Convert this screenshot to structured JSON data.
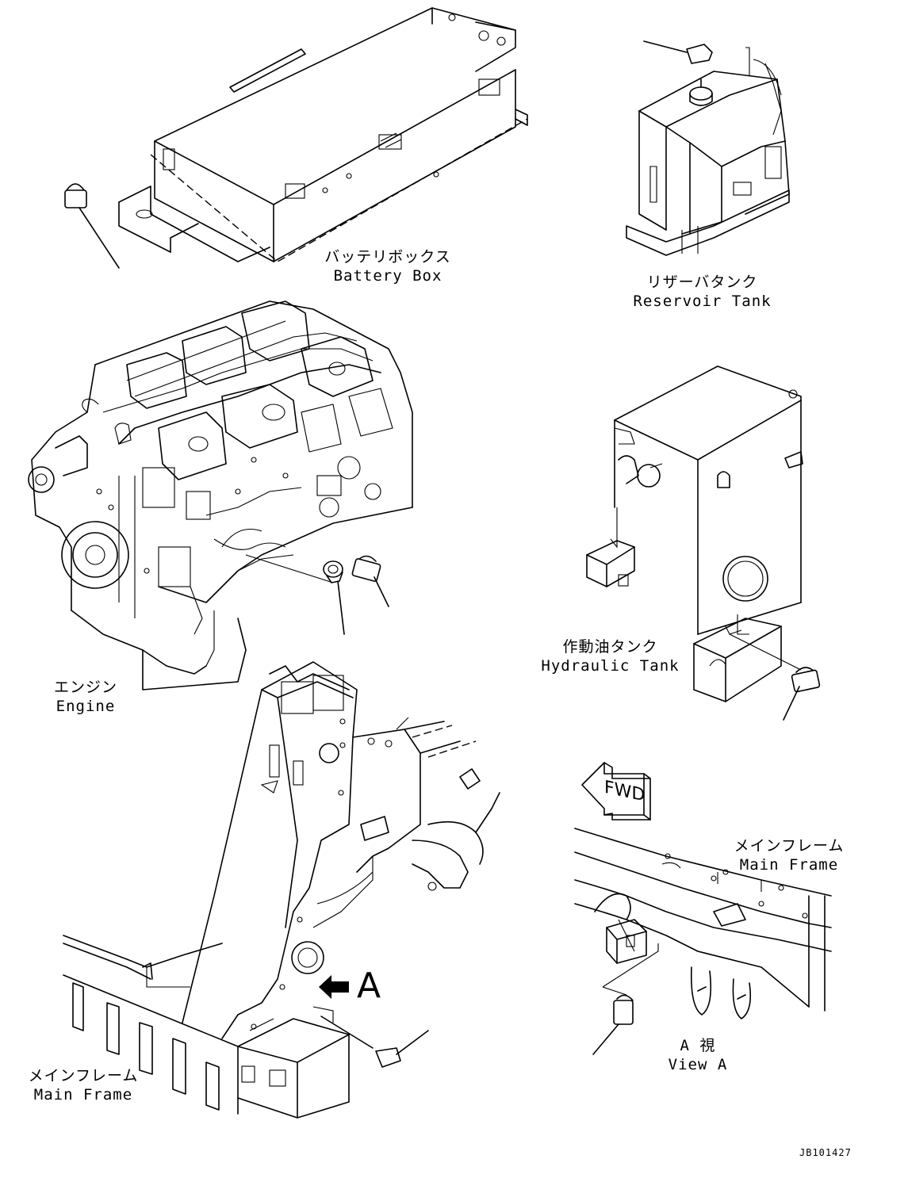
{
  "labels": {
    "battery_box_jp": "バッテリボックス",
    "battery_box_en": "Battery Box",
    "reservoir_tank_jp": "リザーバタンク",
    "reservoir_tank_en": "Reservoir Tank",
    "engine_jp": "エンジン",
    "engine_en": "Engine",
    "hydraulic_tank_jp": "作動油タンク",
    "hydraulic_tank_en": "Hydraulic Tank",
    "main_frame_right_jp": "メインフレーム",
    "main_frame_right_en": "Main Frame",
    "main_frame_left_jp": "メインフレーム",
    "main_frame_left_en": "Main Frame",
    "view_a_jp": "A 視",
    "view_a_en": "View A",
    "view_marker": "A",
    "fwd": "FWD",
    "drawing_code": "JB101427"
  }
}
